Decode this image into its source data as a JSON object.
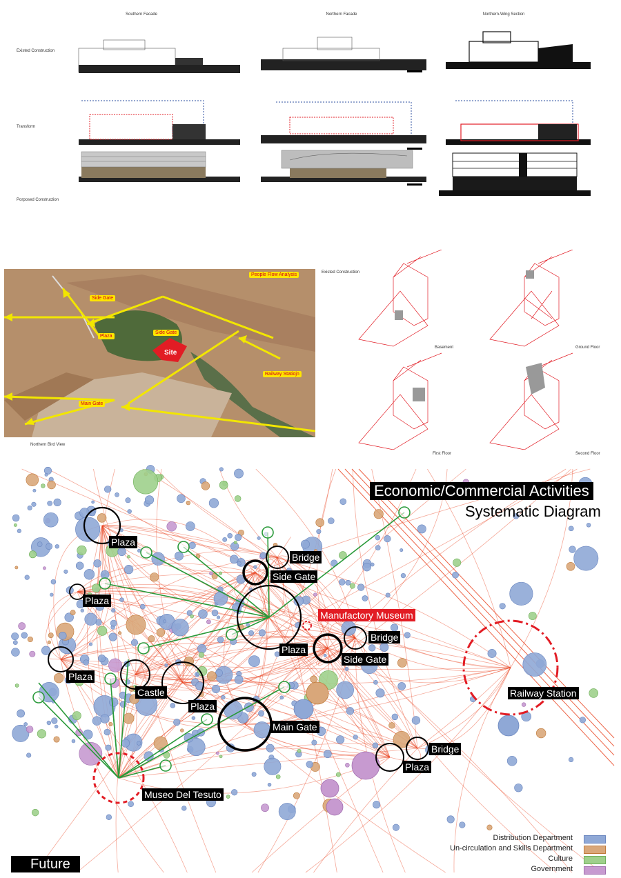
{
  "elevations": {
    "columns": [
      "Southern Facade",
      "Northern Facade",
      "Northern-Wing Section"
    ],
    "rows": [
      "Existed Construction",
      "Transform",
      "Porposed Construction"
    ]
  },
  "bird_view": {
    "caption": "Northern Bird View",
    "tags": {
      "people_flow": "People Flow Analysis",
      "side_gate_1": "Side Gate",
      "plaza": "Plaza",
      "side_gate_2": "Side Gate",
      "site": "Site",
      "railway": "Railway Statiojn",
      "main_gate": "Main Gate"
    }
  },
  "plans": {
    "title": "Existed Construction",
    "labels": [
      "Basement",
      "Ground Floor",
      "First Floor",
      "Second Floor"
    ]
  },
  "diagram": {
    "title_line1": "Economic/Commercial Activities",
    "title_line2": "Systematic Diagram",
    "footer": "Future",
    "nodes": {
      "plaza_top": "Plaza",
      "plaza_left": "Plaza",
      "plaza_far_left": "Plaza",
      "bridge_top": "Bridge",
      "side_gate_top": "Side Gate",
      "manufactory": "Manufactory Museum",
      "plaza_center": "Plaza",
      "bridge_mid": "Bridge",
      "side_gate_mid": "Side Gate",
      "castle": "Castle",
      "plaza_castle": "Plaza",
      "main_gate": "Main Gate",
      "railway": "Railway Station",
      "bridge_low": "Bridge",
      "plaza_low": "Plaza",
      "museo": "Museo Del Tesuto"
    },
    "legend": [
      {
        "label": "Distribution Department",
        "color": "#8fa8d6"
      },
      {
        "label": "Un-circulation and Skills Department",
        "color": "#d9a77a"
      },
      {
        "label": "Culture",
        "color": "#9fd08c"
      },
      {
        "label": "Government",
        "color": "#c79ad0"
      }
    ],
    "colors": {
      "flow": "#e8401c",
      "link": "#2a9a3a",
      "node": "#000000",
      "highlight": "#e21c24"
    }
  }
}
